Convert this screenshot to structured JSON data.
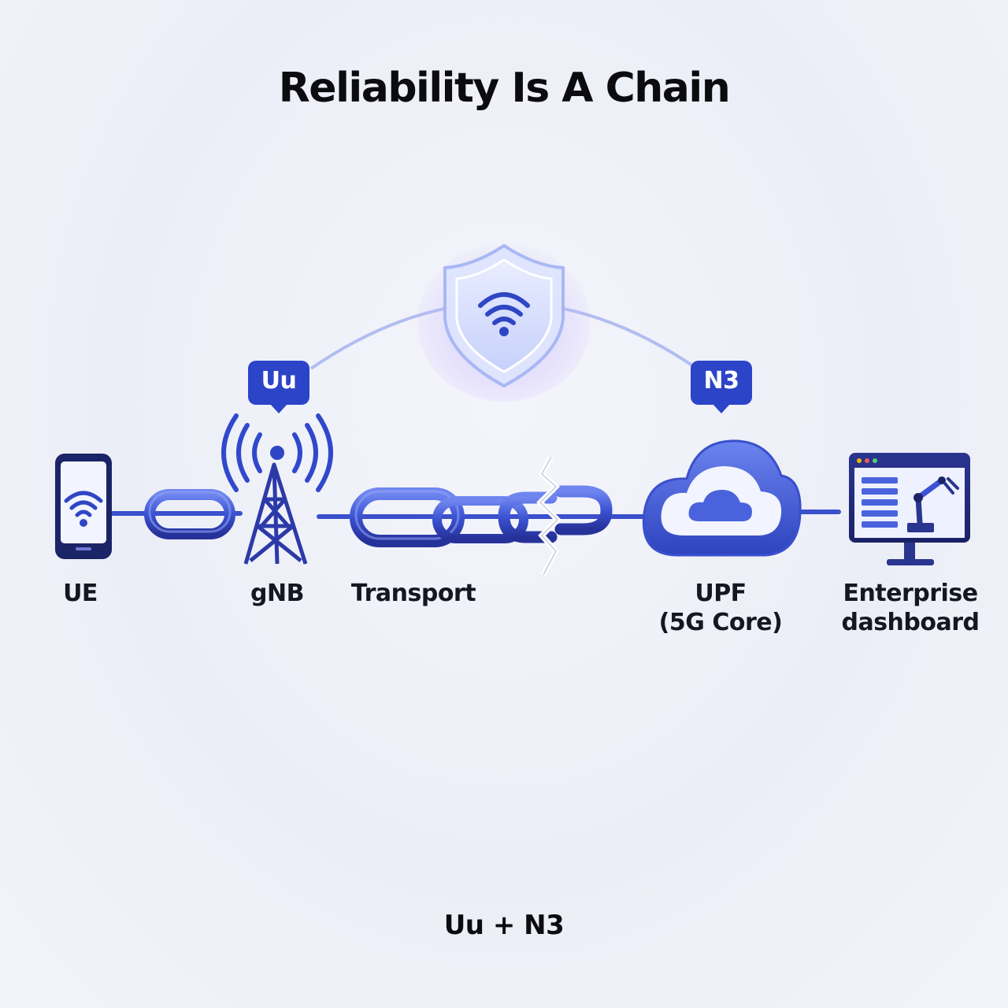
{
  "title": "Reliability Is A Chain",
  "footer": "Uu + N3",
  "badges": {
    "uu": "Uu",
    "n3": "N3"
  },
  "nodes": {
    "ue": "UE",
    "gnb": "gNB",
    "transport": "Transport",
    "upf_line1": "UPF",
    "upf_line2": "(5G Core)",
    "enterprise_line1": "Enterprise",
    "enterprise_line2": "dashboard"
  },
  "icons": {
    "ue": "smartphone-wifi-icon",
    "gnb": "cell-tower-icon",
    "upf": "cloud-icon",
    "enterprise": "monitor-robot-arm-icon",
    "shield": "shield-wifi-icon",
    "break": "broken-chain-link-icon"
  },
  "colors": {
    "accent": "#2f46c4",
    "accent_light": "#5a73e6",
    "dark_navy": "#1b2466",
    "badge": "#2c44c8"
  }
}
